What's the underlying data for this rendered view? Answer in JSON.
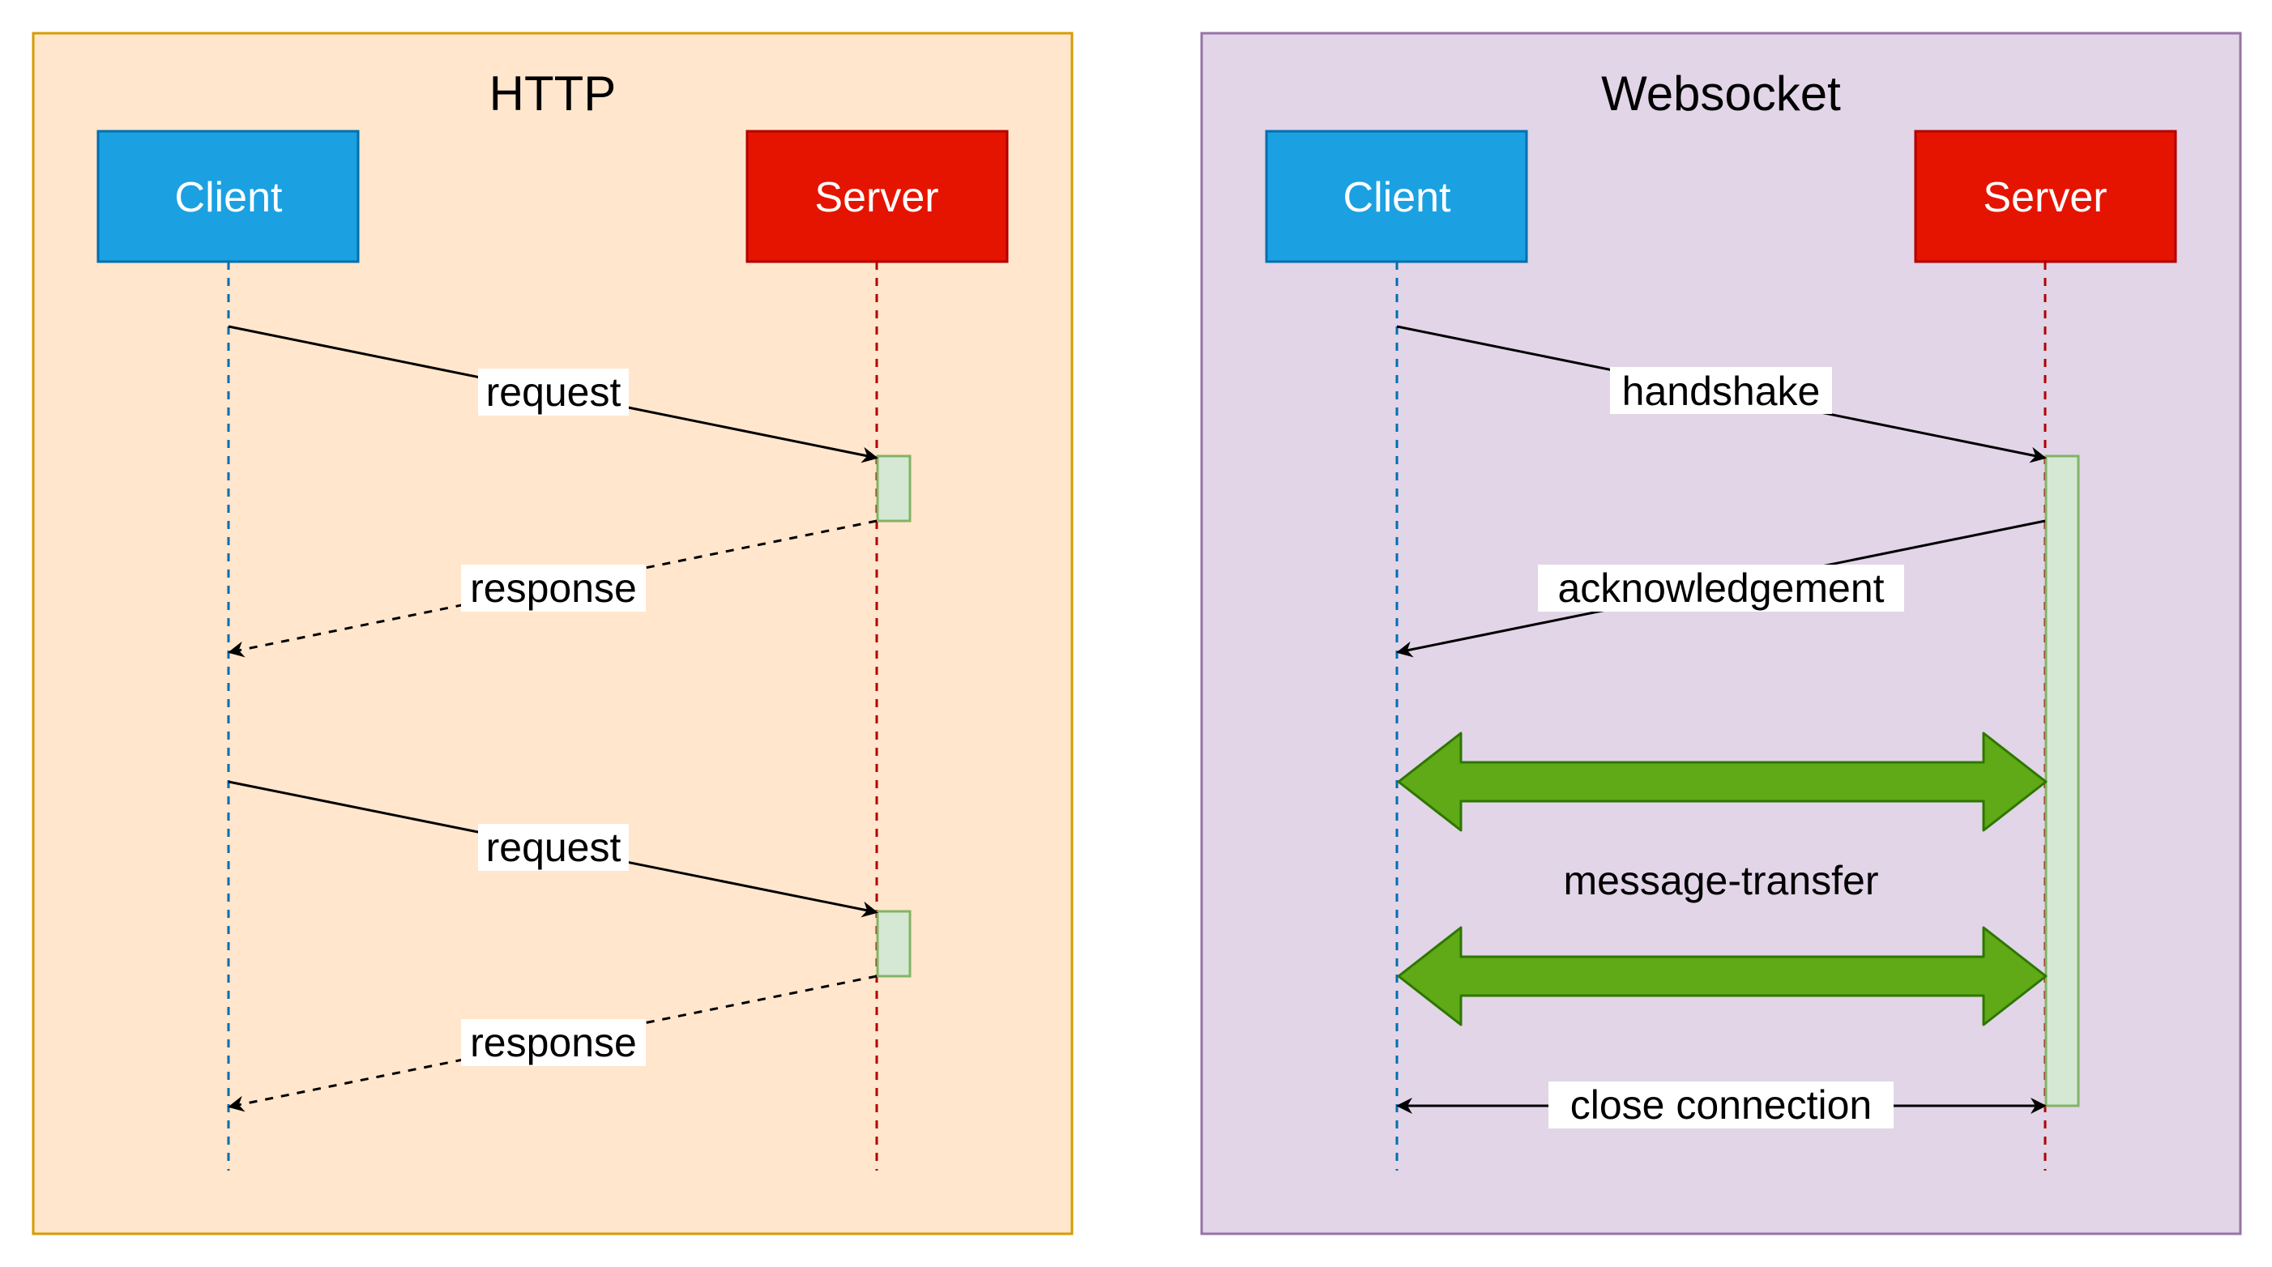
{
  "colors": {
    "http_frame_fill": "#ffe6cc",
    "http_frame_stroke": "#d79b00",
    "ws_frame_fill": "#e1d5e7",
    "ws_frame_stroke": "#9673a6",
    "client_fill": "#1ba1e2",
    "client_stroke": "#006eaf",
    "server_fill": "#e51400",
    "server_stroke": "#b20000",
    "activation_fill": "#d5e8d4",
    "activation_stroke": "#82b366",
    "transfer_arrow_fill": "#60a917",
    "transfer_arrow_stroke": "#2d7600",
    "message_stroke": "#000000"
  },
  "http": {
    "title": "HTTP",
    "client_label": "Client",
    "server_label": "Server",
    "messages": [
      {
        "label": "request",
        "style": "solid"
      },
      {
        "label": "response",
        "style": "dashed"
      },
      {
        "label": "request",
        "style": "solid"
      },
      {
        "label": "response",
        "style": "dashed"
      }
    ]
  },
  "websocket": {
    "title": "Websocket",
    "client_label": "Client",
    "server_label": "Server",
    "handshake_label": "handshake",
    "ack_label": "acknowledgement",
    "transfer_label": "message-transfer",
    "close_label": "close connection"
  }
}
